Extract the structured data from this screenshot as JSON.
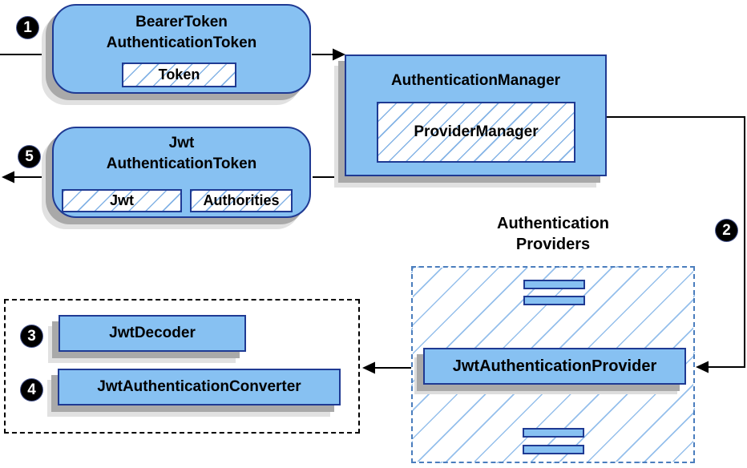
{
  "nodes": {
    "bearer": {
      "line1": "BearerToken",
      "line2": "AuthenticationToken",
      "token": "Token"
    },
    "manager": {
      "title": "AuthenticationManager",
      "inner": "ProviderManager"
    },
    "jwt_token": {
      "line1": "Jwt",
      "line2": "AuthenticationToken",
      "jwt": "Jwt",
      "authorities": "Authorities"
    },
    "providers_heading": {
      "line1": "Authentication",
      "line2": "Providers"
    },
    "jwt_provider": {
      "title": "JwtAuthenticationProvider"
    },
    "decoder": {
      "title": "JwtDecoder"
    },
    "converter": {
      "title": "JwtAuthenticationConverter"
    }
  },
  "badges": {
    "step1": "1",
    "step2": "2",
    "step3": "3",
    "step4": "4",
    "step5": "5"
  },
  "colors": {
    "node_fill": "#87c1f2",
    "node_border": "#1f3a93",
    "hatch_line": "#7dafe4",
    "dashed_blue_border": "#4a7dbd",
    "shadow_dark": "#a9a9a9",
    "shadow_light": "#e1e1e1",
    "connector": "#000000",
    "badge_bg": "#000000",
    "badge_text": "#ffffff"
  }
}
